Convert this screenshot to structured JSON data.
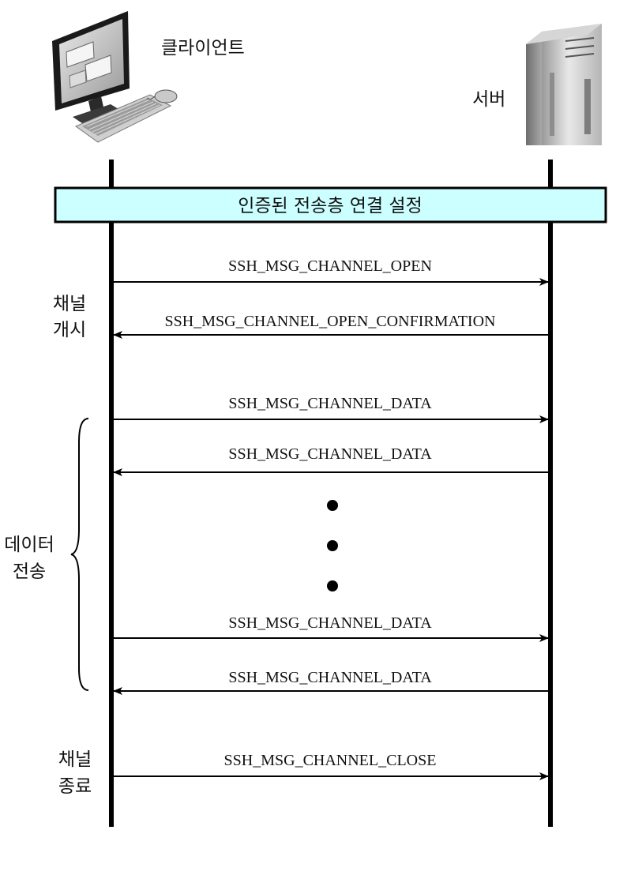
{
  "participants": {
    "client_label": "클라이언트",
    "server_label": "서버"
  },
  "setup_band": {
    "label": "인증된 전송층 연결 설정",
    "fill": "#ccffff"
  },
  "phases": {
    "open": [
      "채널",
      "개시"
    ],
    "transfer": [
      "데이터",
      "전송"
    ],
    "close": [
      "채널",
      "종료"
    ]
  },
  "messages": [
    {
      "label": "SSH_MSG_CHANNEL_OPEN",
      "direction": "client-to-server"
    },
    {
      "label": "SSH_MSG_CHANNEL_OPEN_CONFIRMATION",
      "direction": "server-to-client"
    },
    {
      "label": "SSH_MSG_CHANNEL_DATA",
      "direction": "client-to-server"
    },
    {
      "label": "SSH_MSG_CHANNEL_DATA",
      "direction": "server-to-client"
    },
    {
      "label": "SSH_MSG_CHANNEL_DATA",
      "direction": "client-to-server"
    },
    {
      "label": "SSH_MSG_CHANNEL_DATA",
      "direction": "server-to-client"
    },
    {
      "label": "SSH_MSG_CHANNEL_CLOSE",
      "direction": "client-to-server"
    }
  ],
  "icons": {
    "client": "desktop-computer-icon",
    "server": "tower-server-icon"
  },
  "colors": {
    "line": "#000000",
    "band_border": "#000000"
  }
}
